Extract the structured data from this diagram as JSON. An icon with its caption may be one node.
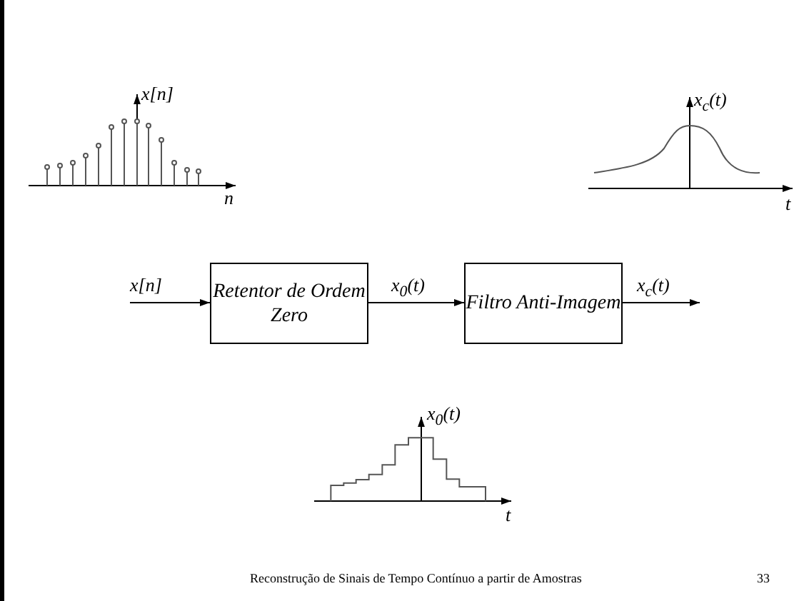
{
  "diagram": {
    "nodes": [
      {
        "text": [
          "Retentor de Ordem Zero"
        ]
      },
      {
        "text": [
          "Filtro Anti-Imagem"
        ]
      }
    ],
    "edges": [
      {
        "from": null,
        "to": 0,
        "arrow": "to",
        "label": "x[n]"
      },
      {
        "from": 0,
        "to": 1,
        "arrow": "to",
        "label": "x$_{0}$(t)"
      },
      {
        "from": 1,
        "to": null,
        "arrow": "to",
        "label": "x$_{c}$(t)"
      }
    ],
    "labels": [
      "x[n]",
      "n",
      "x$_{c}$(t)",
      "t",
      "x$_{0}$(t)",
      "t",
      "Reconstrução de Sinais de Tempo Contínuo a partir de Amostras",
      "33"
    ]
  }
}
